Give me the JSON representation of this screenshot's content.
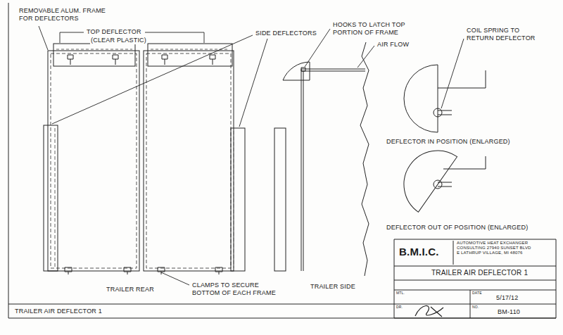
{
  "diagram": {
    "title": "TRAILER AIR DEFLECTOR 1",
    "labels": [
      "REMOVABLE ALUM. FRAME FOR DEFLECTORS",
      "TOP DEFLECTOR",
      "(CLEAR PLASTIC)",
      "SIDE DEFLECTORS",
      "HOOKS TO LATCH TOP PORTION OF FRAME",
      "AIR FLOW",
      "COIL SPRING TO RETURN DEFLECTOR",
      "DEFLECTOR IN POSITION (ENLARGED)",
      "DEFLECTOR OUT OF POSITION (ENLARGED)",
      "TRAILER REAR",
      "CLAMPS TO SECURE BOTTOM OF EACH FRAME",
      "TRAILER SIDE",
      "B.M.I.C.",
      "AUTOMOTIVE HEAT EXCHANGER CONSULTING 27940 SUNSET BLVD E LATHRUP VILLAGE, MI 48076",
      "TRAILER AIR DEFLECTOR 1",
      "MTL.",
      "DATE",
      "5/17/12",
      "DR.",
      "NO.",
      "BM-110"
    ]
  }
}
